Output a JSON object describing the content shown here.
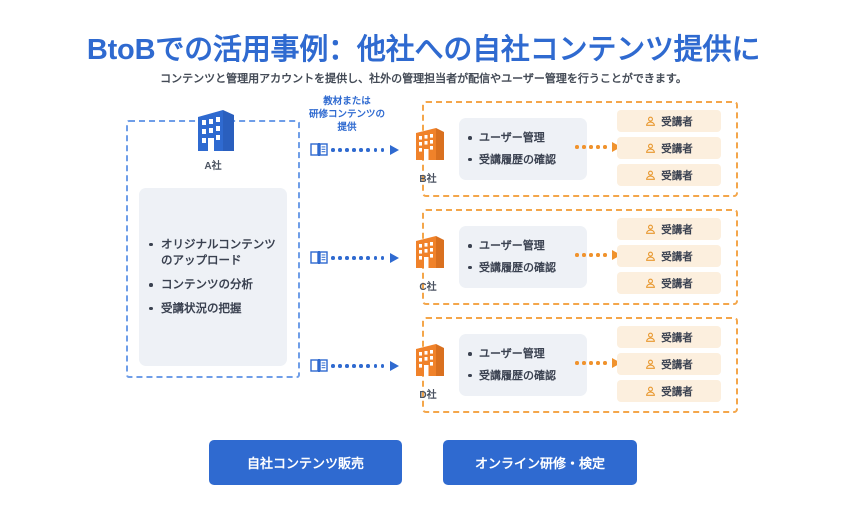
{
  "header": {
    "title": "BtoBでの活用事例：他社への自社コンテンツ提供に",
    "subtitle": "コンテンツと管理用アカウントを提供し、社外の管理担当者が配信やユーザー管理を行うことができます。"
  },
  "colors": {
    "title_blue": "#2f6ad0",
    "dashed_blue": "#6f9ee8",
    "dashed_orange": "#f4a64a",
    "arrow_blue": "#2f6ad0",
    "arrow_orange": "#f0922c",
    "card_bg": "#eef1f6",
    "chip_bg": "#fcefde",
    "button_blue": "#2f6ad0",
    "building_blue": "#2f6ad0",
    "building_orange": "#f0822a",
    "page_bg": "#ffffff"
  },
  "provider": {
    "icon": "office-building-icon",
    "label": "A社",
    "capabilities": [
      "オリジナルコンテンツのアップロード",
      "コンテンツの分析",
      "受講状況の把握"
    ]
  },
  "flow": {
    "label_lines": [
      "教材または",
      "研修コンテンツの",
      "提供"
    ],
    "source_icon": "open-book-icon",
    "arrow_icon": "dotted-arrow-right-icon"
  },
  "partners": [
    {
      "icon": "office-building-icon",
      "label": "B社",
      "capabilities": [
        "ユーザー管理",
        "受講履歴の確認"
      ],
      "arrow_icon": "dotted-arrow-right-icon",
      "learners": [
        {
          "icon": "person-icon",
          "label": "受講者"
        },
        {
          "icon": "person-icon",
          "label": "受講者"
        },
        {
          "icon": "person-icon",
          "label": "受講者"
        }
      ]
    },
    {
      "icon": "office-building-icon",
      "label": "C社",
      "capabilities": [
        "ユーザー管理",
        "受講履歴の確認"
      ],
      "arrow_icon": "dotted-arrow-right-icon",
      "learners": [
        {
          "icon": "person-icon",
          "label": "受講者"
        },
        {
          "icon": "person-icon",
          "label": "受講者"
        },
        {
          "icon": "person-icon",
          "label": "受講者"
        }
      ]
    },
    {
      "icon": "office-building-icon",
      "label": "D社",
      "capabilities": [
        "ユーザー管理",
        "受講履歴の確認"
      ],
      "arrow_icon": "dotted-arrow-right-icon",
      "learners": [
        {
          "icon": "person-icon",
          "label": "受講者"
        },
        {
          "icon": "person-icon",
          "label": "受講者"
        },
        {
          "icon": "person-icon",
          "label": "受講者"
        }
      ]
    }
  ],
  "buttons": [
    {
      "label": "自社コンテンツ販売"
    },
    {
      "label": "オンライン研修・検定"
    }
  ]
}
